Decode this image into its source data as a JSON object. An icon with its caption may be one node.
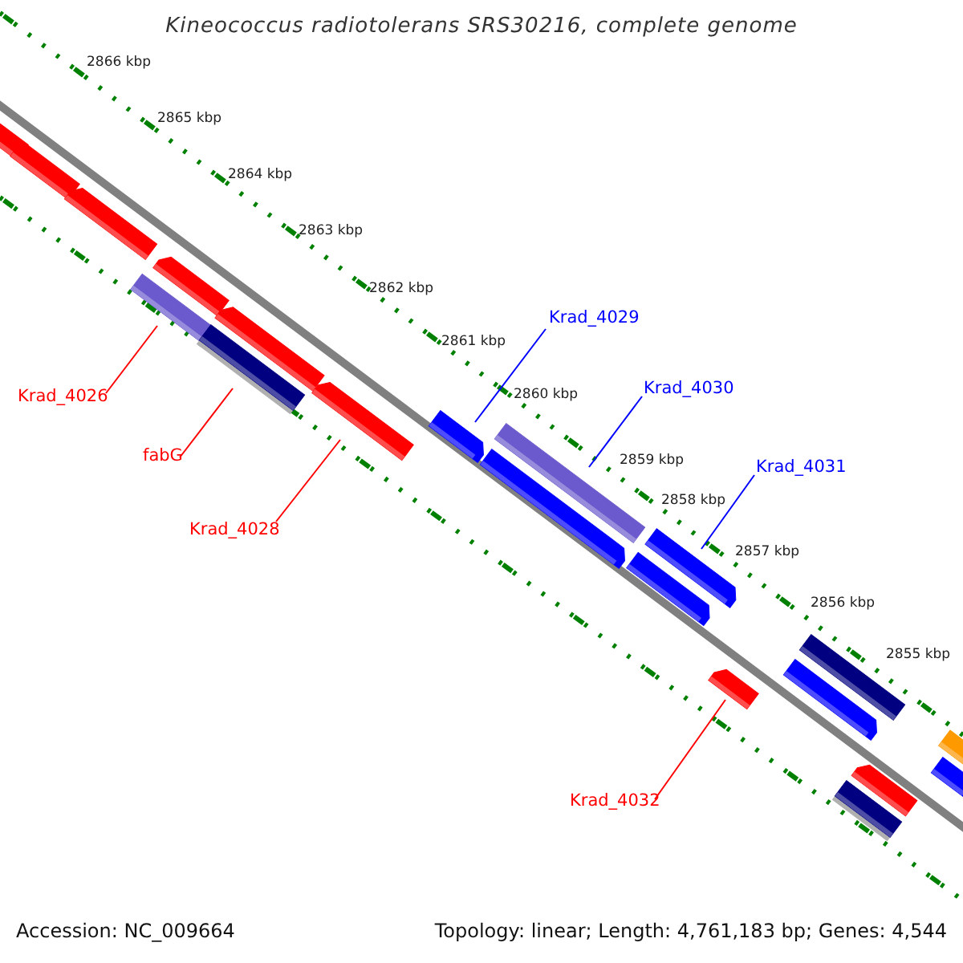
{
  "diagram": {
    "title": "Kineococcus radiotolerans SRS30216, complete genome",
    "nodes": [
      {
        "text": [
          "Krad_4026"
        ]
      },
      {
        "text": [
          "fabG"
        ]
      },
      {
        "text": [
          "Krad_4028"
        ]
      },
      {
        "text": [
          "Krad_4029"
        ]
      },
      {
        "text": [
          "Krad_4030"
        ]
      },
      {
        "text": [
          "Krad_4031"
        ]
      },
      {
        "text": [
          "Krad_4032"
        ]
      },
      {
        "text": [],
        "shape": "bar"
      },
      {
        "text": [],
        "shape": "bar"
      },
      {
        "text": [],
        "shape": "bar"
      },
      {
        "text": [],
        "shape": "bar"
      },
      {
        "text": [],
        "shape": "bar"
      },
      {
        "text": [],
        "shape": "bar"
      },
      {
        "text": [],
        "shape": "bar"
      },
      {
        "text": [],
        "shape": "bar"
      },
      {
        "text": [],
        "shape": "bar"
      },
      {
        "text": [],
        "shape": "bar"
      },
      {
        "text": [],
        "shape": "bar"
      },
      {
        "text": [],
        "shape": "bar"
      },
      {
        "text": [],
        "shape": "bar"
      },
      {
        "text": [],
        "shape": "bar"
      },
      {
        "text": [],
        "shape": "bar"
      },
      {
        "text": [],
        "shape": "bar"
      },
      {
        "text": [],
        "shape": "bar"
      },
      {
        "text": [],
        "shape": "bar"
      },
      {
        "text": [],
        "shape": "bar"
      },
      {
        "text": [],
        "shape": "bar"
      }
    ],
    "edges": [
      {
        "from": 0,
        "to": 10,
        "arrow": "none",
        "color": "#ff0000"
      },
      {
        "from": 1,
        "to": 12,
        "arrow": "none",
        "color": "#ff0000"
      },
      {
        "from": 2,
        "to": 14,
        "arrow": "none",
        "color": "#ff0000"
      },
      {
        "from": 3,
        "to": 15,
        "arrow": "none",
        "color": "#0000ff"
      },
      {
        "from": 4,
        "to": 17,
        "arrow": "none",
        "color": "#0000ff"
      },
      {
        "from": 5,
        "to": 19,
        "arrow": "none",
        "color": "#0000ff"
      },
      {
        "from": 6,
        "to": 20,
        "arrow": "none",
        "color": "#ff0000"
      }
    ],
    "labels": [
      "2866 kbp",
      "2865 kbp",
      "2864 kbp",
      "2863 kbp",
      "2862 kbp",
      "2861 kbp",
      "2860 kbp",
      "2859 kbp",
      "2858 kbp",
      "2857 kbp",
      "2856 kbp",
      "2855 kbp",
      "Accession: NC_009664",
      "Topology: linear; Length: 4,761,183 bp; Genes: 4,544"
    ]
  }
}
